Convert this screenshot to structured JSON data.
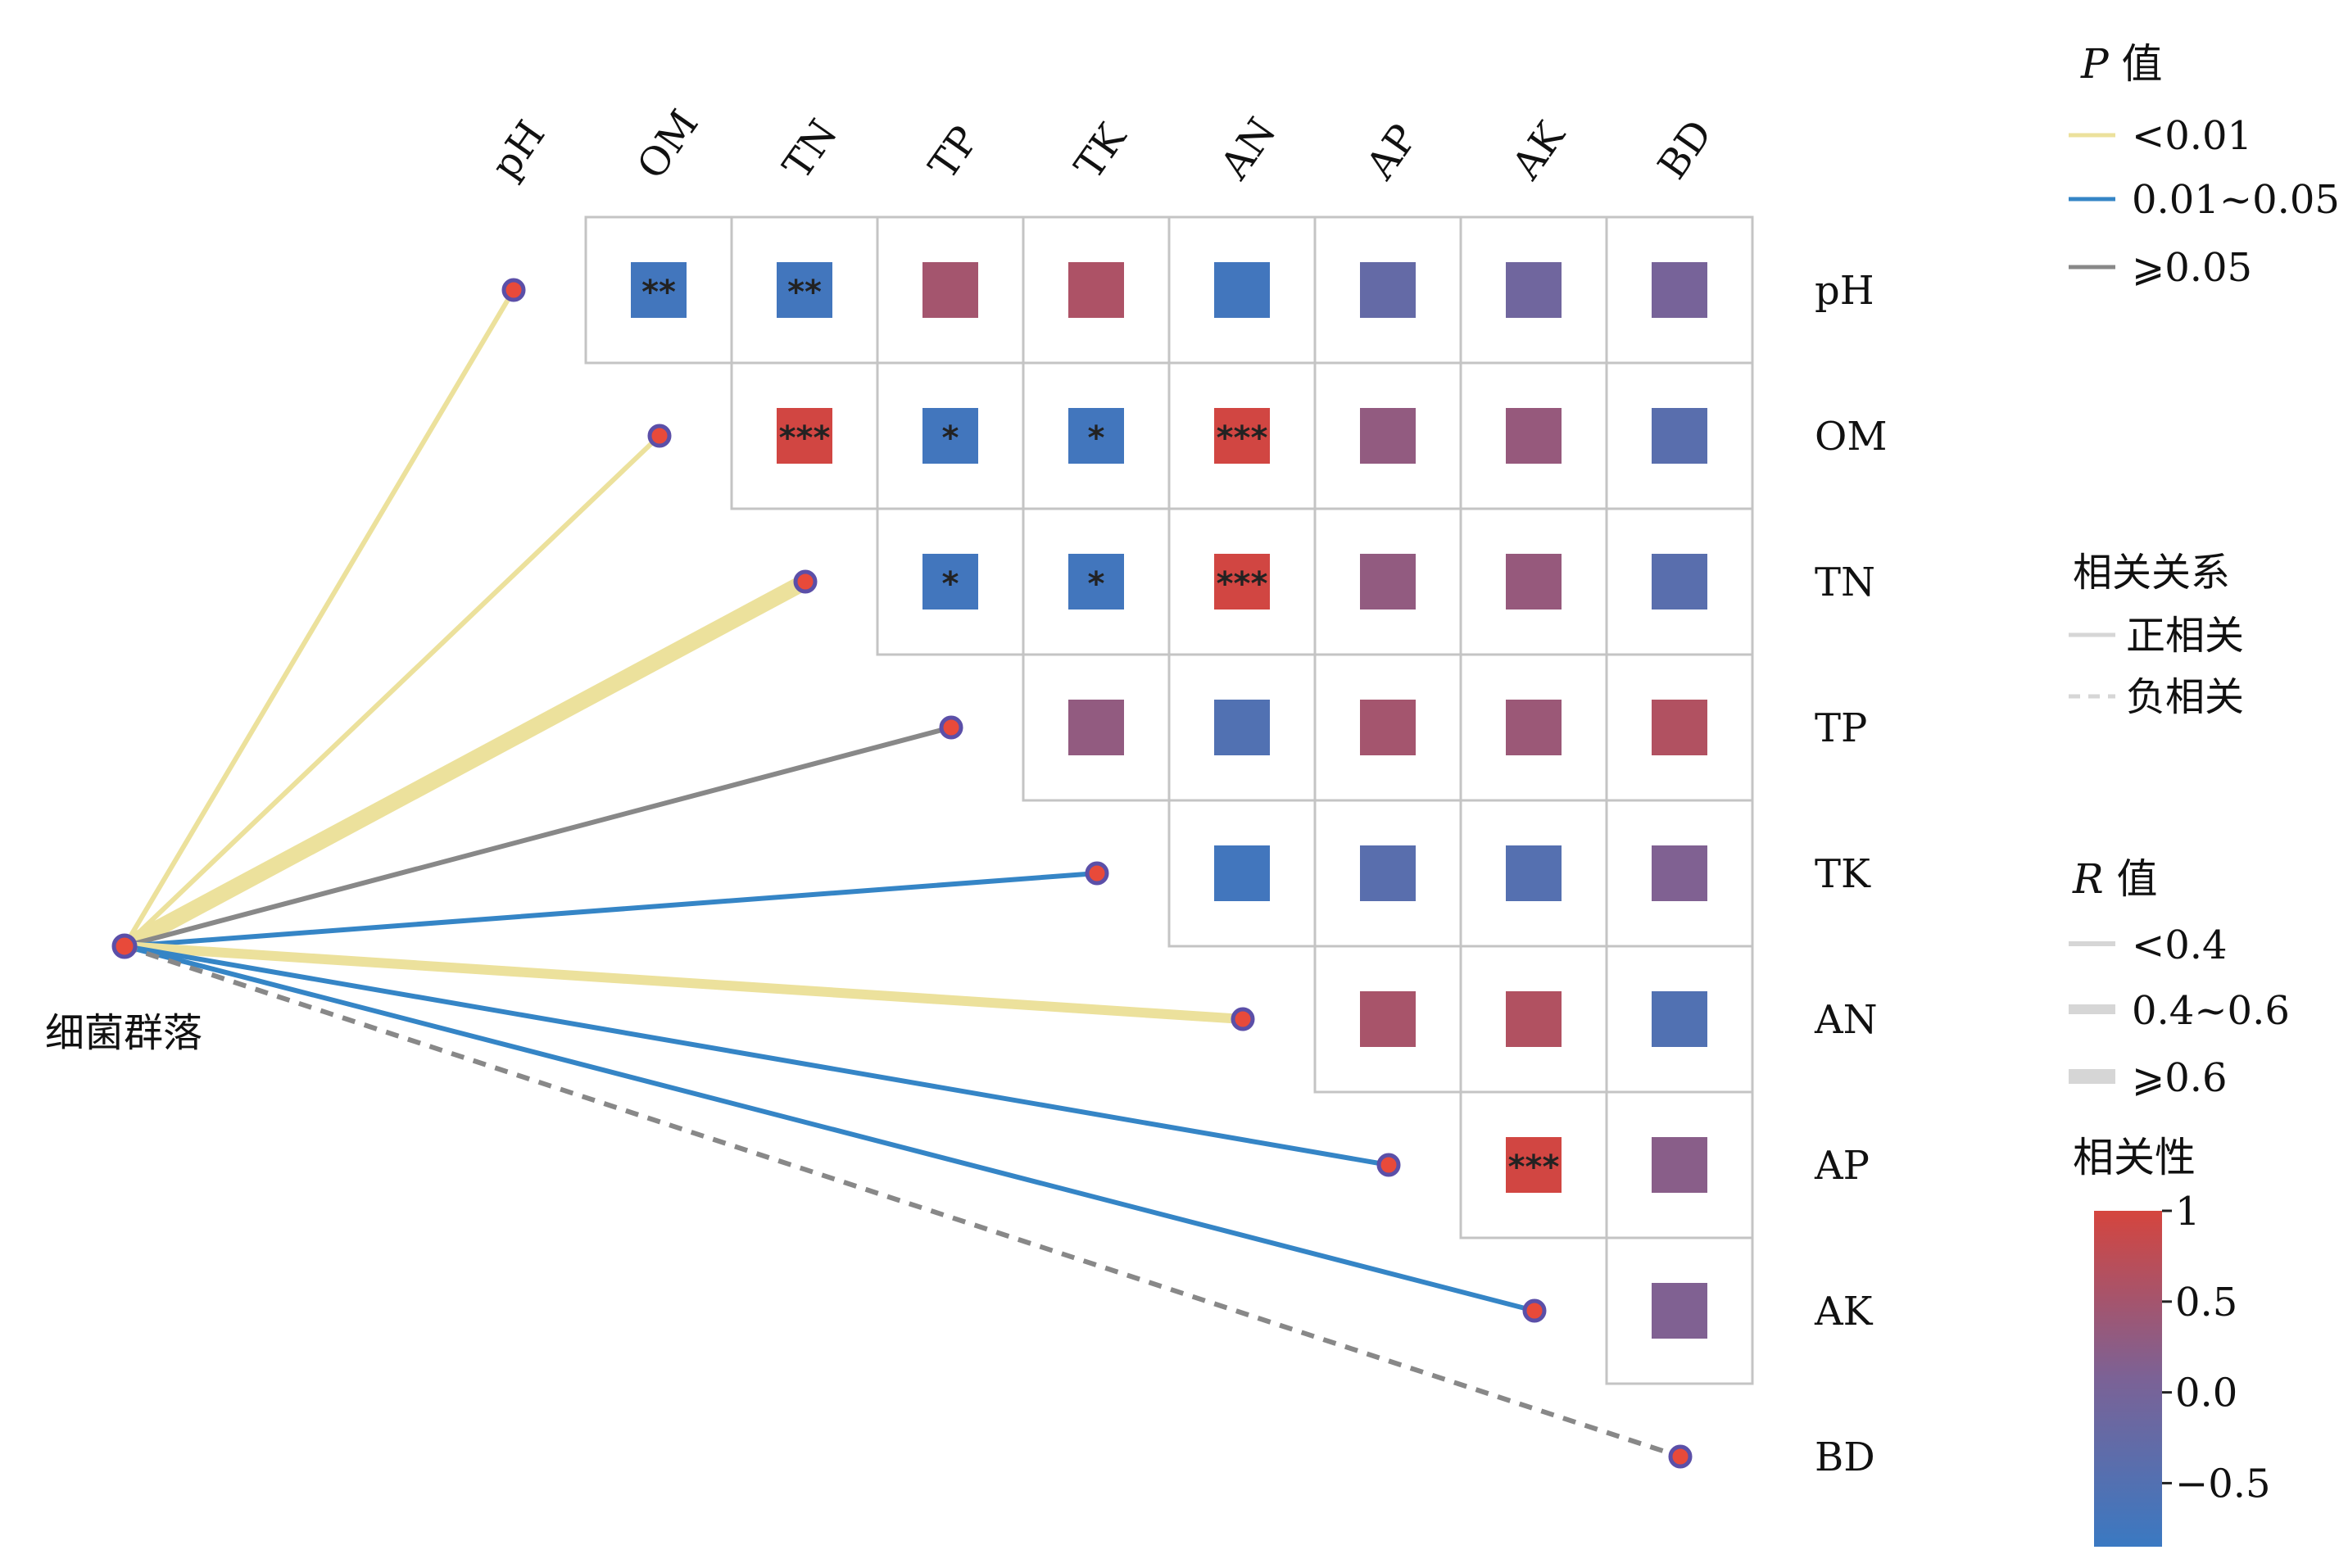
{
  "chart_data": {
    "type": "heatmap",
    "variables": [
      "pH",
      "OM",
      "TN",
      "TP",
      "TK",
      "AN",
      "AP",
      "AK",
      "BD"
    ],
    "community_label": "细菌群落",
    "correlation_matrix": [
      {
        "row": "pH",
        "cols": [
          "OM",
          "TN",
          "TP",
          "TK",
          "AN",
          "AP",
          "AK",
          "BD"
        ],
        "r": [
          -0.75,
          -0.75,
          0.45,
          0.55,
          -0.75,
          -0.3,
          -0.15,
          -0.05
        ],
        "sig": [
          "**",
          "**",
          "",
          "",
          "",
          "",
          "",
          ""
        ]
      },
      {
        "row": "OM",
        "cols": [
          "TN",
          "TP",
          "TK",
          "AN",
          "AP",
          "AK",
          "BD"
        ],
        "r": [
          0.95,
          -0.75,
          -0.75,
          0.95,
          0.25,
          0.3,
          -0.45
        ],
        "sig": [
          "***",
          "*",
          "*",
          "***",
          "",
          "",
          ""
        ]
      },
      {
        "row": "TN",
        "cols": [
          "TP",
          "TK",
          "AN",
          "AP",
          "AK",
          "BD"
        ],
        "r": [
          -0.75,
          -0.75,
          0.95,
          0.25,
          0.3,
          -0.45
        ],
        "sig": [
          "*",
          "*",
          "***",
          "",
          "",
          ""
        ]
      },
      {
        "row": "TP",
        "cols": [
          "TK",
          "AN",
          "AP",
          "AK",
          "BD"
        ],
        "r": [
          0.25,
          -0.55,
          0.45,
          0.35,
          0.6
        ],
        "sig": [
          "",
          "",
          "",
          "",
          ""
        ]
      },
      {
        "row": "TK",
        "cols": [
          "AN",
          "AP",
          "AK",
          "BD"
        ],
        "r": [
          -0.75,
          -0.45,
          -0.5,
          0.05
        ],
        "sig": [
          "",
          "",
          "",
          ""
        ]
      },
      {
        "row": "AN",
        "cols": [
          "AP",
          "AK",
          "BD"
        ],
        "r": [
          0.5,
          0.6,
          -0.55
        ],
        "sig": [
          "",
          "",
          ""
        ]
      },
      {
        "row": "AP",
        "cols": [
          "AK",
          "BD"
        ],
        "r": [
          0.95,
          0.15
        ],
        "sig": [
          "***",
          ""
        ]
      },
      {
        "row": "AK",
        "cols": [
          "BD"
        ],
        "r": [
          0.05
        ],
        "sig": [
          ""
        ]
      }
    ],
    "community_links": [
      {
        "target": "pH",
        "p_class": "<0.01",
        "r_class": "<0.4",
        "relation": "正相关"
      },
      {
        "target": "OM",
        "p_class": "<0.01",
        "r_class": "<0.4",
        "relation": "正相关"
      },
      {
        "target": "TN",
        "p_class": "<0.01",
        "r_class": "≥0.6",
        "relation": "正相关"
      },
      {
        "target": "TP",
        "p_class": "≥0.05",
        "r_class": "<0.4",
        "relation": "正相关"
      },
      {
        "target": "TK",
        "p_class": "0.01~0.05",
        "r_class": "<0.4",
        "relation": "正相关"
      },
      {
        "target": "AN",
        "p_class": "<0.01",
        "r_class": "0.4~0.6",
        "relation": "正相关"
      },
      {
        "target": "AP",
        "p_class": "0.01~0.05",
        "r_class": "<0.4",
        "relation": "正相关"
      },
      {
        "target": "AK",
        "p_class": "0.01~0.05",
        "r_class": "<0.4",
        "relation": "正相关"
      },
      {
        "target": "BD",
        "p_class": "≥0.05",
        "r_class": "<0.4",
        "relation": "负相关"
      }
    ],
    "colors": {
      "p_lt_001": "#ece19c",
      "p_001_005": "#3585c6",
      "p_ge_005": "#888888",
      "corr_high": "#d5453e",
      "corr_mid": "#7b6296",
      "corr_low": "#3a79c2",
      "node_fill": "#e84a3a",
      "node_stroke": "#5b4fa8",
      "grid": "#c4c4c4",
      "legend_gray": "#d6d6d6"
    },
    "legend": {
      "p_title_italic": "P",
      "p_title_rest": " 值",
      "p_items": [
        "<0.01",
        "0.01~0.05",
        "⩾0.05"
      ],
      "relation_title": "相关关系",
      "relation_items": [
        "正相关",
        "负相关"
      ],
      "r_title_italic": "R",
      "r_title_rest": " 值",
      "r_items": [
        "<0.4",
        "0.4~0.6",
        "⩾0.6"
      ],
      "colorbar_title": "相关性",
      "colorbar_ticks": [
        {
          "value": 1,
          "label": "1"
        },
        {
          "value": 0.5,
          "label": "0.5"
        },
        {
          "value": 0,
          "label": "0.0"
        },
        {
          "value": -0.5,
          "label": "−0.5"
        }
      ],
      "colorbar_range": [
        -0.85,
        1.0
      ]
    }
  }
}
